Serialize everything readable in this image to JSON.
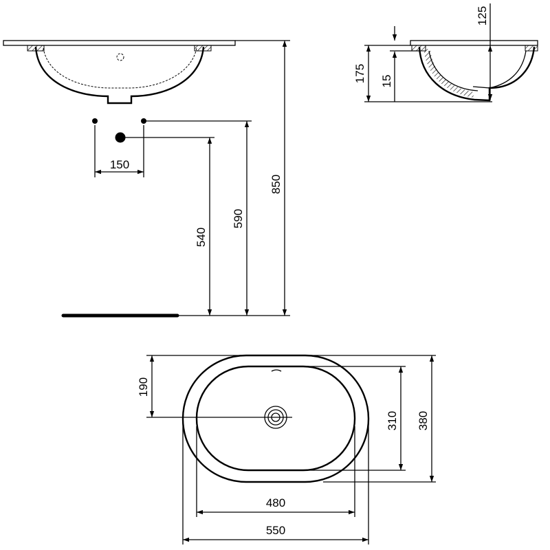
{
  "drawing": {
    "dimensions": {
      "front": {
        "tap_spacing": "150",
        "waste_height": "540",
        "tap_height": "590",
        "overall_height": "850"
      },
      "side": {
        "basin_depth": "125",
        "total_depth": "175",
        "rim_thickness": "15"
      },
      "plan": {
        "drain_offset": "190",
        "inner_depth": "310",
        "outer_depth": "380",
        "inner_width": "480",
        "outer_width": "550"
      }
    }
  }
}
